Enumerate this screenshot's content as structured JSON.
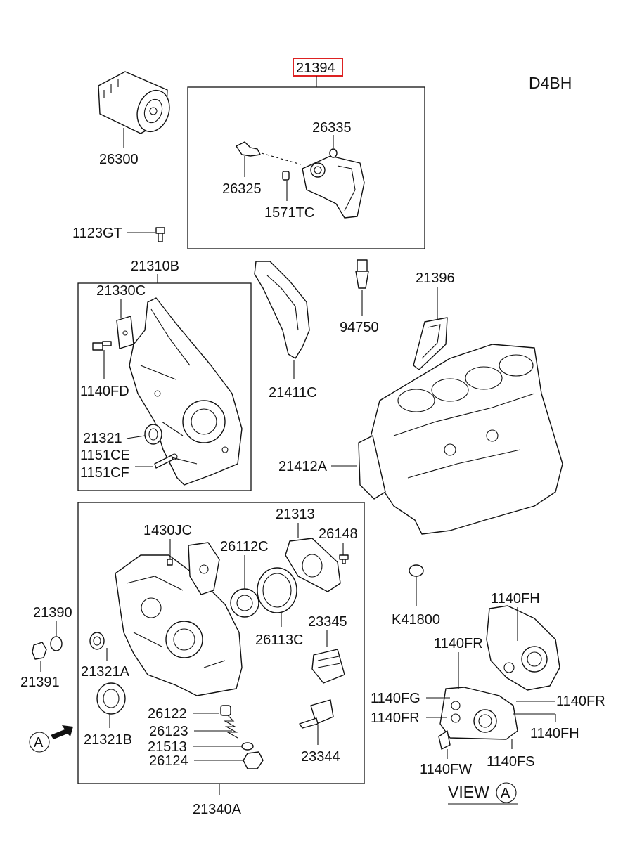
{
  "engine_code": "D4BH",
  "highlighted_part": "21394",
  "view_marker": "A",
  "view_caption": "VIEW",
  "labels": {
    "p21394": "21394",
    "p26300": "26300",
    "p26335": "26335",
    "p26325": "26325",
    "p1571TC": "1571TC",
    "p1123GT": "1123GT",
    "p21310B": "21310B",
    "p21330C": "21330C",
    "p1140FD": "1140FD",
    "p21321": "21321",
    "p1151CE": "1151CE",
    "p1151CF": "1151CF",
    "p21411C": "21411C",
    "p94750": "94750",
    "p21396": "21396",
    "p21412A": "21412A",
    "p1430JC": "1430JC",
    "p21313": "21313",
    "p26148": "26148",
    "p26112C": "26112C",
    "p26113C": "26113C",
    "p23345": "23345",
    "p21390": "21390",
    "p21391": "21391",
    "p21321A": "21321A",
    "p21321B": "21321B",
    "p26122": "26122",
    "p26123": "26123",
    "p21513": "21513",
    "p26124": "26124",
    "p23344": "23344",
    "p21340A": "21340A",
    "pK41800": "K41800",
    "p1140FH_a": "1140FH",
    "p1140FR_a": "1140FR",
    "p1140FG": "1140FG",
    "p1140FR_b": "1140FR",
    "p1140FR_c": "1140FR",
    "p1140FH_b": "1140FH",
    "p1140FW": "1140FW",
    "p1140FS": "1140FS"
  }
}
